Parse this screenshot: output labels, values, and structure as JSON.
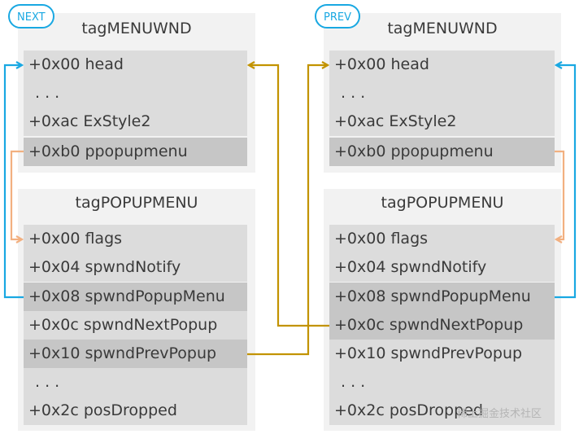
{
  "next": {
    "badge": "NEXT",
    "menuwnd": {
      "title": "tagMENUWND",
      "fields": [
        "+0x00 head",
        ". . .",
        "+0xac ExStyle2",
        "+0xb0 ppopupmenu"
      ]
    },
    "popupmenu": {
      "title": "tagPOPUPMENU",
      "fields": [
        "+0x00 flags",
        "+0x04 spwndNotify",
        "+0x08 spwndPopupMenu",
        "+0x0c spwndNextPopup",
        "+0x10 spwndPrevPopup",
        ". . .",
        "+0x2c posDropped"
      ]
    }
  },
  "prev": {
    "badge": "PREV",
    "menuwnd": {
      "title": "tagMENUWND",
      "fields": [
        "+0x00 head",
        ". . .",
        "+0xac ExStyle2",
        "+0xb0 ppopupmenu"
      ]
    },
    "popupmenu": {
      "title": "tagPOPUPMENU",
      "fields": [
        "+0x00 flags",
        "+0x04 spwndNotify",
        "+0x08 spwndPopupMenu",
        "+0x0c spwndNextPopup",
        "+0x10 spwndPrevPopup",
        ". . .",
        "+0x2c posDropped"
      ]
    }
  },
  "watermark": "稀土掘金技术社区",
  "colors": {
    "blue_link": "#19a8e2",
    "gold_link": "#c29300",
    "orange_link": "#f2b080",
    "field_bg": "#dcdcdc",
    "field_highlight_bg": "#c6c6c6",
    "panel_bg": "#f2f2f2"
  }
}
